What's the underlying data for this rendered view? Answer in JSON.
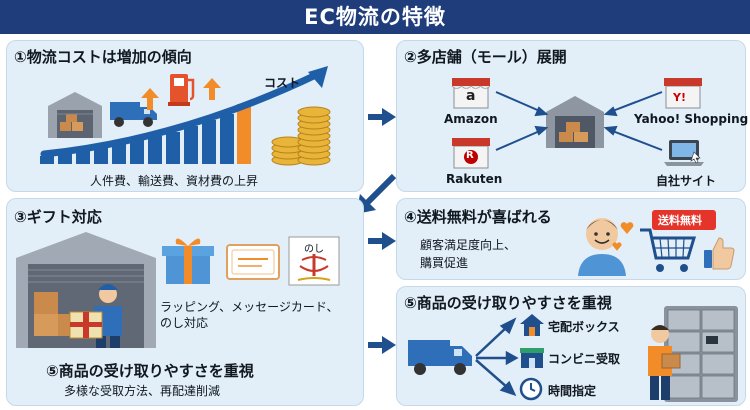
{
  "header": {
    "title": "EC物流の特徴"
  },
  "panel1": {
    "title": "①物流コストは増加の傾向",
    "cost_label": "コスト",
    "caption": "人件費、輸送費、資材費の上昇"
  },
  "panel2": {
    "title": "②多店舗（モール）展開",
    "amazon": "Amazon",
    "rakuten": "Rakuten",
    "yahoo": "Yahoo! Shopping",
    "own_site": "自社サイト",
    "amazon_mark": "a",
    "rakuten_mark": "R",
    "yahoo_mark": "Y!"
  },
  "panel3": {
    "title": "③ギフト対応",
    "desc_line1": "ラッピング、メッセージカード、",
    "desc_line2": "のし対応",
    "sub_title": "⑤商品の受け取りやすさを重視",
    "sub_caption": "多様な受取方法、再配達削減",
    "noshi_mark": "のし"
  },
  "panel4": {
    "title": "④送料無料が喜ばれる",
    "line1": "顧客満足度向上、",
    "line2": "購買促進",
    "sign": "送料無料"
  },
  "panel5": {
    "title": "⑤商品の受け取りやすさを重視",
    "opt1": "宅配ボックス",
    "opt2": "コンビニ受取",
    "opt3": "時間指定"
  },
  "colors": {
    "header": "#1f3d7a",
    "panel_bg": "#e2eef8",
    "arrow": "#1f4f8c",
    "bar": "#1f5fa8",
    "orange": "#f28c28",
    "coin": "#e8b43a"
  }
}
